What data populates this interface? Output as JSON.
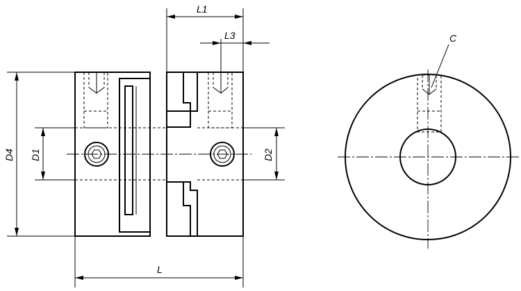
{
  "labels": {
    "L1": "L1",
    "L3": "L3",
    "D4": "D4",
    "D1": "D1",
    "D2": "D2",
    "L": "L",
    "C": "C"
  }
}
